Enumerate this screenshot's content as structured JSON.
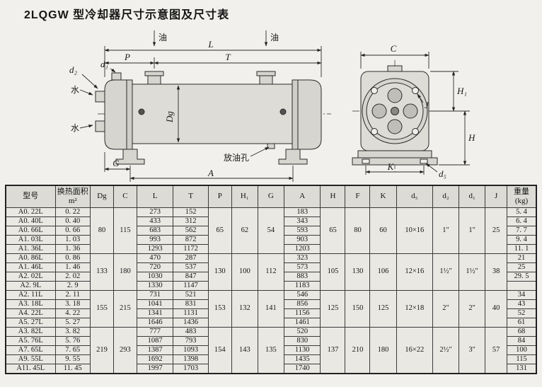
{
  "title": "2LQGW 型冷却器尺寸示意图及尺寸表",
  "drawing": {
    "labels": {
      "oil": "油",
      "water": "水",
      "drain": "放油孔",
      "L": "L",
      "T": "T",
      "P": "P",
      "Dg": "Dg",
      "G": "G",
      "A": "A",
      "d1": "d₁",
      "d2": "d₂",
      "C": "C",
      "H1": "H₁",
      "H": "H",
      "J": "J",
      "K": "K",
      "d5": "d₅"
    }
  },
  "table": {
    "column_keys": [
      "model",
      "area",
      "Dg",
      "C",
      "L",
      "T",
      "P",
      "H1",
      "G",
      "A",
      "H",
      "F",
      "K",
      "d5",
      "d2",
      "d1",
      "J",
      "weight"
    ],
    "headers": [
      {
        "key": "model",
        "label": "型号"
      },
      {
        "key": "area",
        "label": "换热面积\nm²"
      },
      {
        "key": "Dg",
        "label": "Dg"
      },
      {
        "key": "C",
        "label": "C"
      },
      {
        "key": "L",
        "label": "L"
      },
      {
        "key": "T",
        "label": "T"
      },
      {
        "key": "P",
        "label": "P"
      },
      {
        "key": "H1",
        "label": "H₁"
      },
      {
        "key": "G",
        "label": "G"
      },
      {
        "key": "A",
        "label": "A"
      },
      {
        "key": "H",
        "label": "H"
      },
      {
        "key": "F",
        "label": "F"
      },
      {
        "key": "K",
        "label": "K"
      },
      {
        "key": "d5",
        "label": "d₅"
      },
      {
        "key": "d2",
        "label": "d₂"
      },
      {
        "key": "d1",
        "label": "d₁"
      },
      {
        "key": "J",
        "label": "J"
      },
      {
        "key": "weight",
        "label": "重量\n(kg)"
      }
    ],
    "groups": [
      {
        "merged": {
          "Dg": "80",
          "C": "115",
          "P": "65",
          "H1": "62",
          "G": "54",
          "H": "65",
          "F": "80",
          "K": "60",
          "d5": "10×16",
          "d2": "1″",
          "d1": "1″",
          "J": "25"
        },
        "rows": [
          {
            "model": "A0. 22L",
            "area": "0. 22",
            "L": "273",
            "T": "152",
            "A": "183",
            "weight": "5. 4"
          },
          {
            "model": "A0. 40L",
            "area": "0. 40",
            "L": "433",
            "T": "312",
            "A": "343",
            "weight": "6. 4"
          },
          {
            "model": "A0. 66L",
            "area": "0. 66",
            "L": "683",
            "T": "562",
            "A": "593",
            "weight": "7. 7"
          },
          {
            "model": "A1. 03L",
            "area": "1. 03",
            "L": "993",
            "T": "872",
            "A": "903",
            "weight": "9. 4"
          },
          {
            "model": "A1. 36L",
            "area": "1. 36",
            "L": "1293",
            "T": "1172",
            "A": "1203",
            "weight": "11. 1"
          }
        ]
      },
      {
        "merged": {
          "Dg": "133",
          "C": "180",
          "P": "130",
          "H1": "100",
          "G": "112",
          "H": "105",
          "F": "130",
          "K": "106",
          "d5": "12×16",
          "d2": "1½″",
          "d1": "1½″",
          "J": "38"
        },
        "rows": [
          {
            "model": "A0. 86L",
            "area": "0. 86",
            "L": "470",
            "T": "287",
            "A": "323",
            "weight": "21"
          },
          {
            "model": "A1. 46L",
            "area": "1. 46",
            "L": "720",
            "T": "537",
            "A": "573",
            "weight": "25"
          },
          {
            "model": "A2. 02L",
            "area": "2. 02",
            "L": "1030",
            "T": "847",
            "A": "883",
            "weight": "29. 5"
          },
          {
            "model": "A2. 9L",
            "area": "2. 9",
            "L": "1330",
            "T": "1147",
            "A": "1183",
            "weight": ""
          }
        ]
      },
      {
        "merged": {
          "Dg": "155",
          "C": "215",
          "P": "153",
          "H1": "132",
          "G": "141",
          "H": "125",
          "F": "150",
          "K": "125",
          "d5": "12×18",
          "d2": "2″",
          "d1": "2″",
          "J": "40"
        },
        "rows": [
          {
            "model": "A2. 11L",
            "area": "2. 11",
            "L": "731",
            "T": "521",
            "A": "546",
            "weight": "34"
          },
          {
            "model": "A3. 18L",
            "area": "3. 18",
            "L": "1041",
            "T": "831",
            "A": "856",
            "weight": "43"
          },
          {
            "model": "A4. 22L",
            "area": "4. 22",
            "L": "1341",
            "T": "1131",
            "A": "1156",
            "weight": "52"
          },
          {
            "model": "A5. 27L",
            "area": "5. 27",
            "L": "1646",
            "T": "1436",
            "A": "1461",
            "weight": "61"
          }
        ]
      },
      {
        "merged": {
          "Dg": "219",
          "C": "293",
          "P": "154",
          "H1": "143",
          "G": "135",
          "H": "137",
          "F": "210",
          "K": "180",
          "d5": "16×22",
          "d2": "2½″",
          "d1": "3″",
          "J": "57"
        },
        "rows": [
          {
            "model": "A3. 82L",
            "area": "3. 82",
            "L": "777",
            "T": "483",
            "A": "520",
            "weight": "68"
          },
          {
            "model": "A5. 76L",
            "area": "5. 76",
            "L": "1087",
            "T": "793",
            "A": "830",
            "weight": "84"
          },
          {
            "model": "A7. 65L",
            "area": "7. 65",
            "L": "1387",
            "T": "1093",
            "A": "1130",
            "weight": "100"
          },
          {
            "model": "A9. 55L",
            "area": "9. 55",
            "L": "1692",
            "T": "1398",
            "A": "1435",
            "weight": "115"
          },
          {
            "model": "A11. 45L",
            "area": "11. 45",
            "L": "1997",
            "T": "1703",
            "A": "1740",
            "weight": "131"
          }
        ]
      }
    ]
  }
}
